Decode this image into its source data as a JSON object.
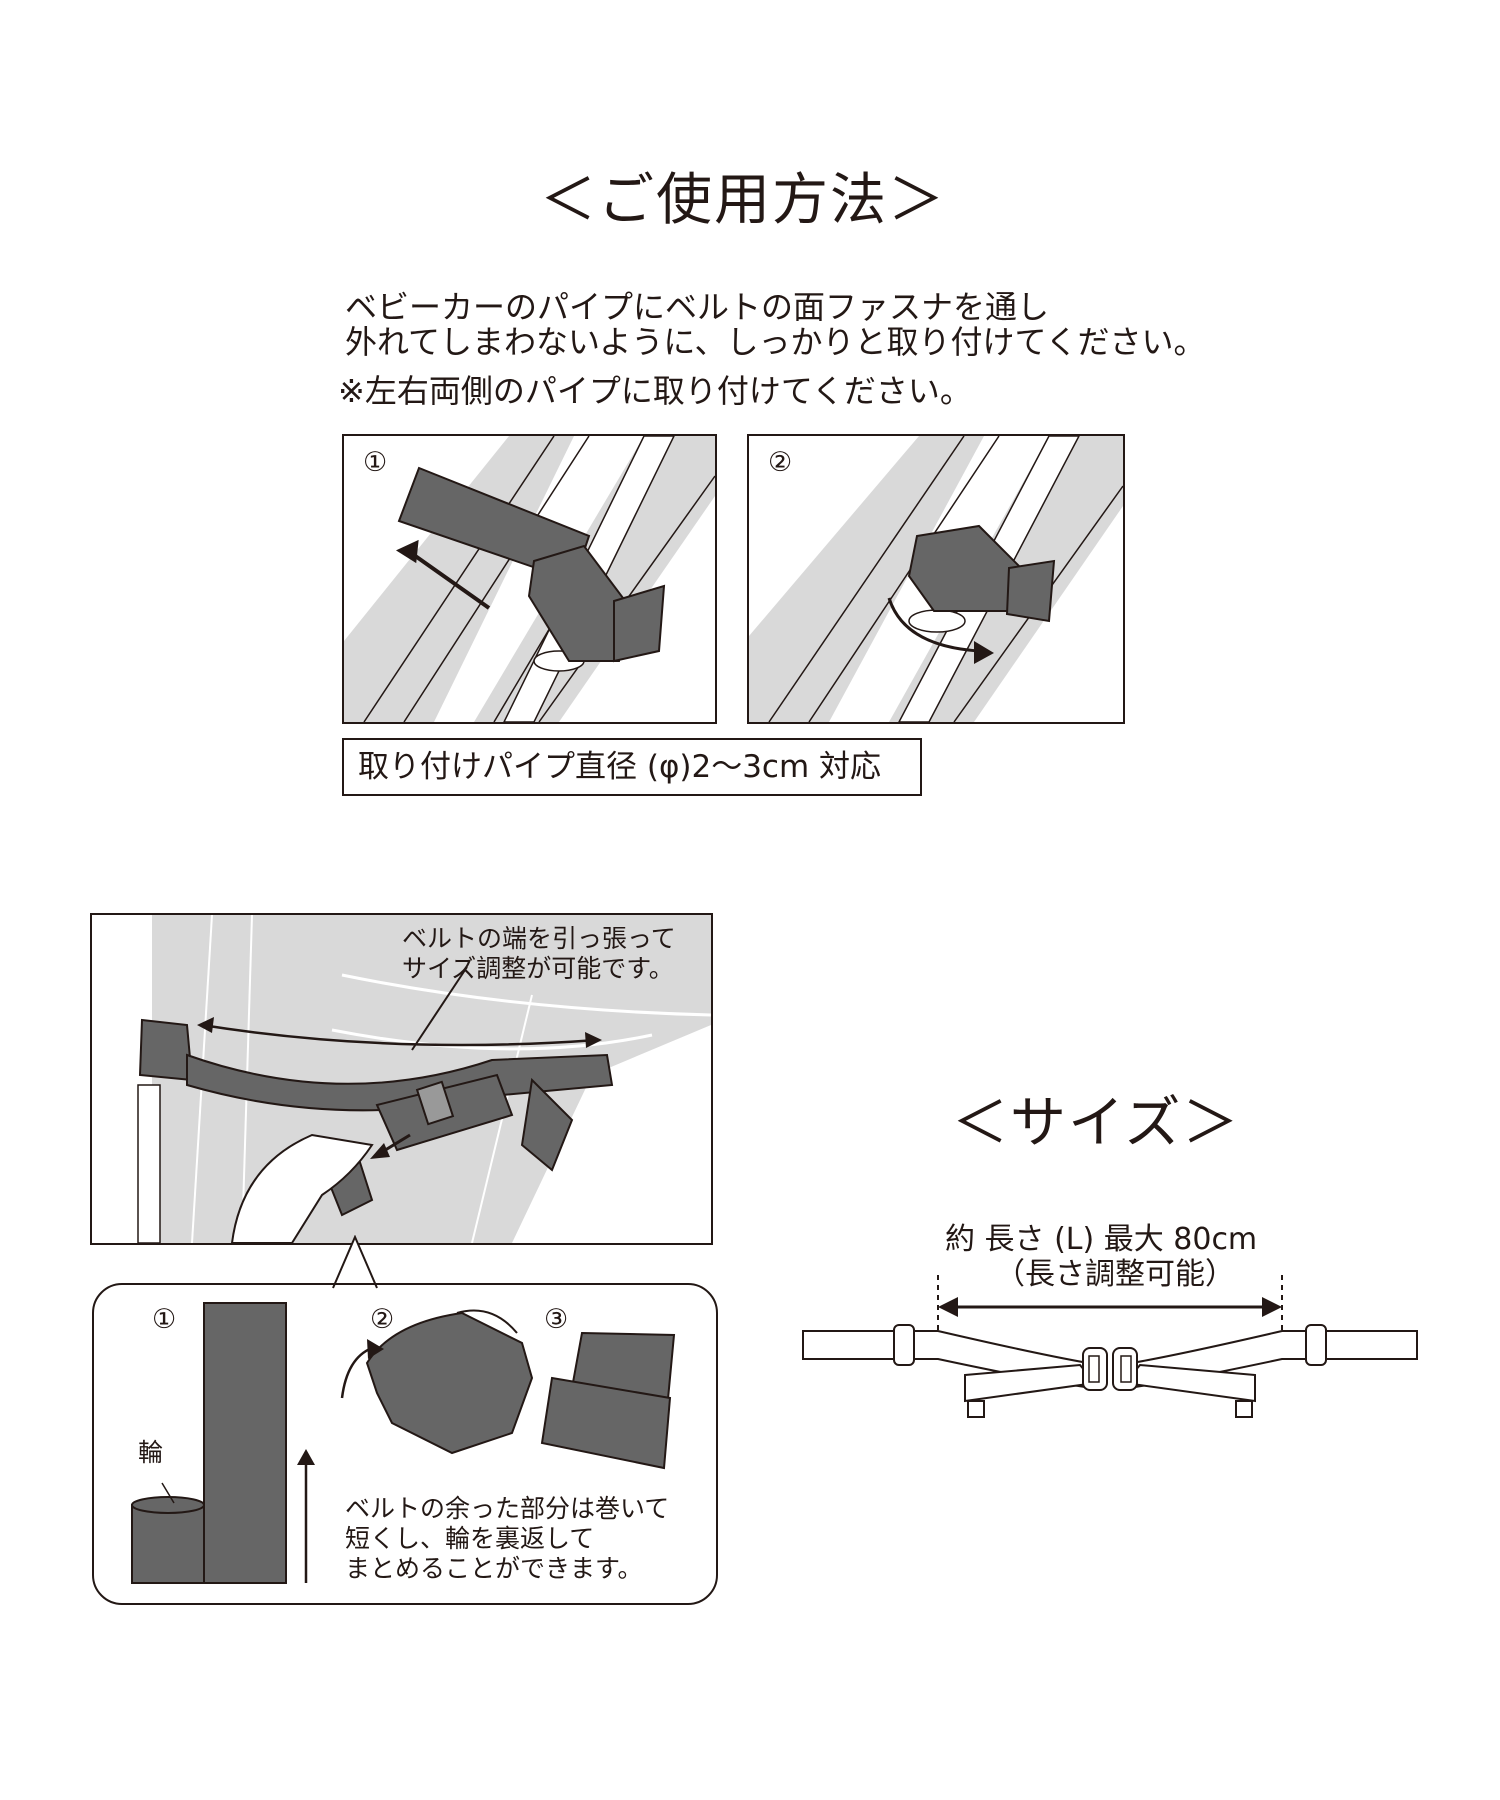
{
  "usage": {
    "title": "＜ご使用方法＞",
    "instructions": [
      "ベビーカーのパイプにベルトの面ファスナを通し",
      "外れてしまわないように、しっかりと取り付けてください。"
    ],
    "note": "※左右両側のパイプに取り付けてください。",
    "step1": "①",
    "step2": "②",
    "pipe_spec": "取り付けパイプ直径 (φ)2〜3cm 対応"
  },
  "adjust": {
    "callout_lines": [
      "ベルトの端を引っ張って",
      "サイズ調整が可能です。"
    ]
  },
  "storage": {
    "step1": "①",
    "step2": "②",
    "step3": "③",
    "loop_label": "輪",
    "text_lines": [
      "ベルトの余った部分は巻いて",
      "短くし、輪を裏返して",
      "まとめることができます。"
    ]
  },
  "size": {
    "title": "＜サイズ＞",
    "length_label": "約 長さ (L) 最大 80cm",
    "adjust_note": "（長さ調整可能）"
  },
  "colors": {
    "ink": "#231815",
    "belt": "#666666",
    "stroller": "#d9d9d9"
  }
}
